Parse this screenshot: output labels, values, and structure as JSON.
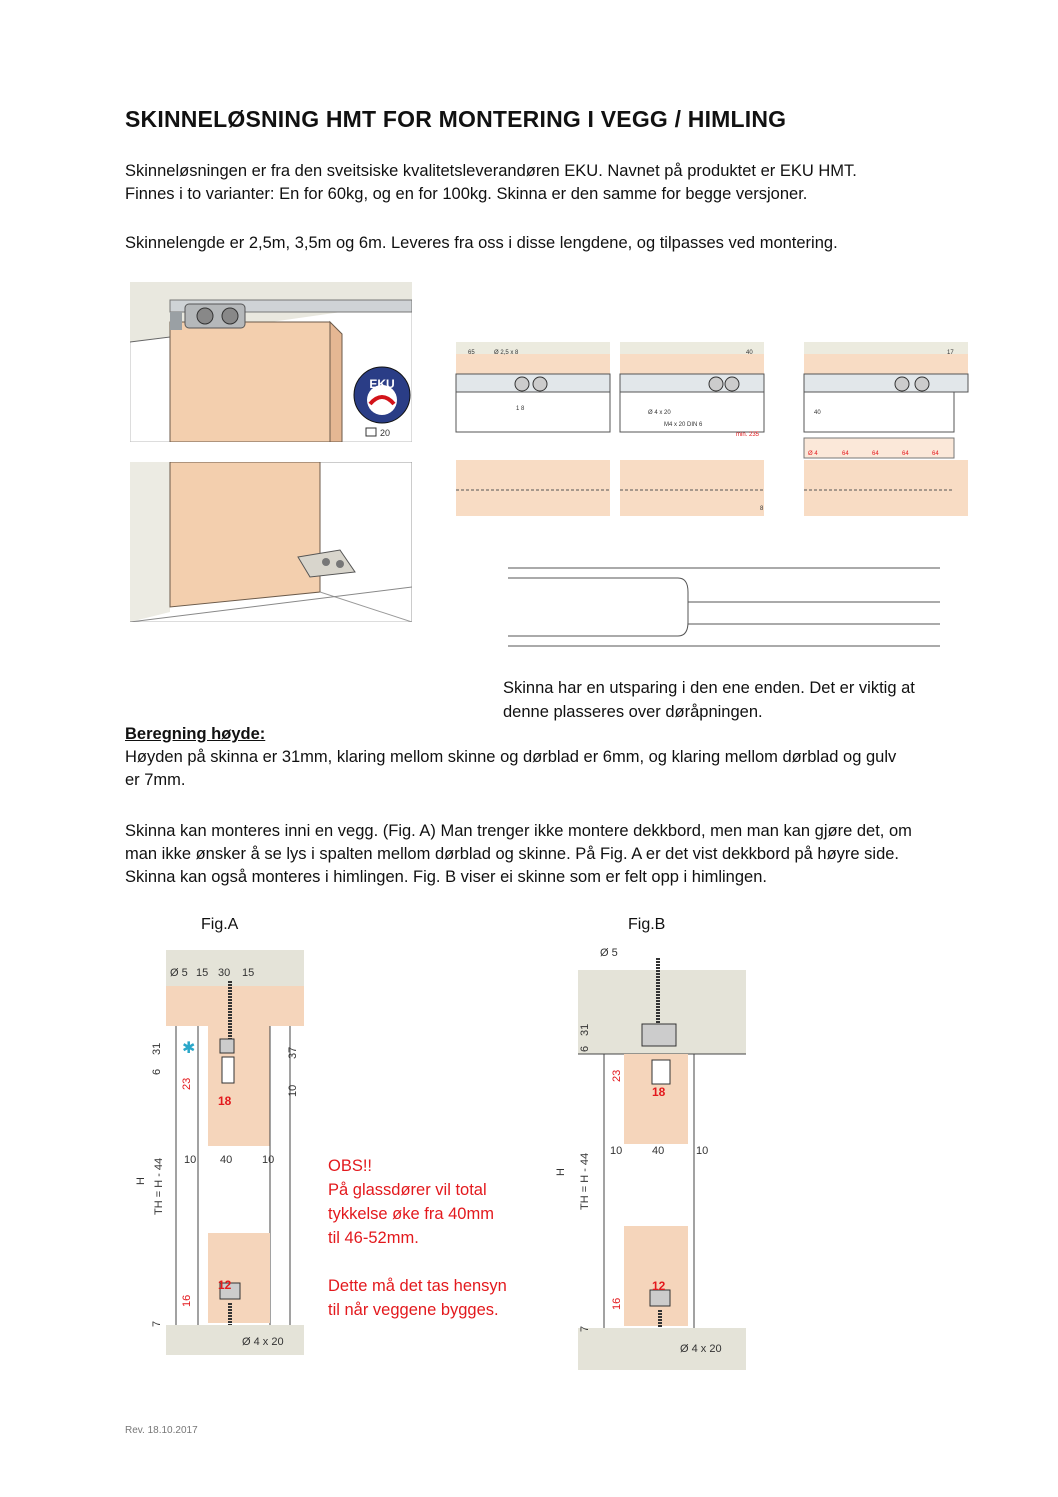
{
  "title": "SKINNELØSNING HMT FOR MONTERING I VEGG / HIMLING",
  "intro": [
    "Skinneløsningen er fra den sveitsiske kvalitetsleverandøren EKU. Navnet på produktet er EKU HMT.",
    "Finnes i to varianter: En for 60kg, og en for 100kg. Skinna er den samme for begge versjoner."
  ],
  "lengths": "Skinnelengde er 2,5m, 3,5m og 6m. Leveres fra oss i disse lengdene, og tilpasses ved montering.",
  "product_images": {
    "logo_text": "EKU",
    "page_ref": "20"
  },
  "tech_drawing": {
    "labels": [
      "65",
      "Ø 2,5 x 8",
      "40",
      "17",
      "1 8",
      "Ø 4 x 20",
      "M4 x 20 DIN 6",
      "min. 235",
      "40",
      "Ø 4",
      "64",
      "64",
      "64",
      "64",
      "8"
    ]
  },
  "rail_caption": [
    "Skinna har en utsparing i den ene enden. Det er viktig at",
    "denne plasseres over døråpningen."
  ],
  "height": {
    "heading": "Beregning høyde:",
    "lines": [
      "Høyden på skinna er 31mm, klaring mellom skinne og dørblad er 6mm, og klaring mellom dørblad og gulv",
      "er 7mm."
    ]
  },
  "mounting": [
    "Skinna kan monteres inni en vegg. (Fig. A) Man trenger ikke montere dekkbord, men man kan gjøre det, om",
    "man ikke ønsker å se lys i spalten mellom dørblad og skinne. På Fig. A er det vist dekkbord på høyre side.",
    "Skinna kan også monteres i himlingen. Fig. B viser ei skinne som er felt opp i himlingen."
  ],
  "fig_a": {
    "label": "Fig.A",
    "top_dims": [
      "Ø 5",
      "15",
      "30",
      "15"
    ],
    "left_dims": [
      "6",
      "31",
      "23",
      "H",
      "TH = H - 44",
      "16",
      "7"
    ],
    "right_dims": [
      "37",
      "10"
    ],
    "width_dims": [
      "10",
      "40",
      "10"
    ],
    "red_dims": [
      "18",
      "12"
    ],
    "bottom": "Ø 4 x 20"
  },
  "obs": {
    "lines": [
      "OBS!!",
      "På glassdører vil total",
      "tykkelse øke fra 40mm",
      "til 46-52mm."
    ],
    "lines2": [
      "Dette må det tas hensyn",
      "til når veggene bygges."
    ]
  },
  "fig_b": {
    "label": "Fig.B",
    "top_dim": "Ø 5",
    "left_dims": [
      "6",
      "31",
      "23",
      "H",
      "TH = H - 44",
      "16",
      "7"
    ],
    "width_dims": [
      "10",
      "40",
      "10"
    ],
    "red_dims": [
      "18",
      "12"
    ],
    "bottom": "Ø 4 x 20"
  },
  "footer": "Rev. 18.10.2017",
  "colors": {
    "door": "#f5d5bb",
    "wall": "#e4e3d8",
    "dim_red": "#e3191d",
    "accent_blue": "#2aa7c9"
  }
}
